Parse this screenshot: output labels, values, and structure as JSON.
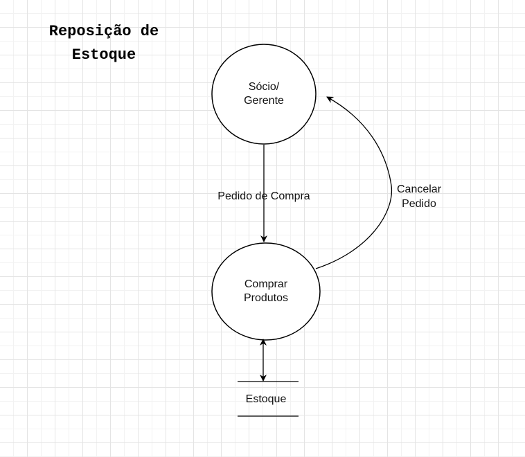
{
  "title": {
    "line1": "Reposição de",
    "line2": "Estoque"
  },
  "nodes": {
    "socio": {
      "line1": "Sócio/",
      "line2": "Gerente"
    },
    "comprar": {
      "line1": "Comprar",
      "line2": "Produtos"
    },
    "estoque": {
      "label": "Estoque"
    }
  },
  "edges": {
    "pedido": "Pedido de Compra",
    "cancelar": {
      "line1": "Cancelar",
      "line2": "Pedido"
    }
  }
}
